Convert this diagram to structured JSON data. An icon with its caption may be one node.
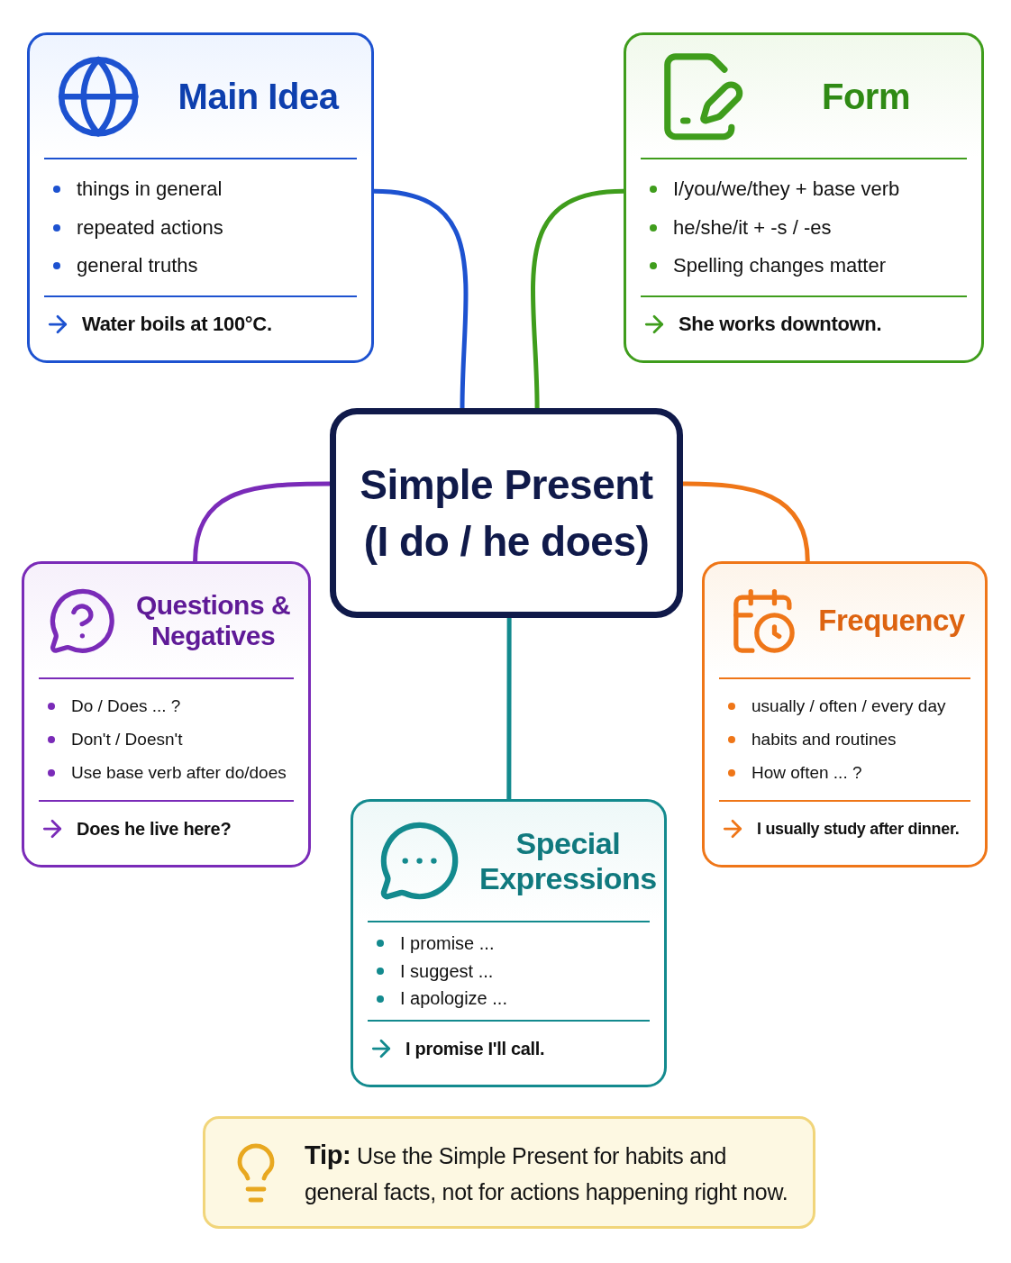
{
  "diagram": {
    "nodes": [
      {
        "text": [
          "Simple Present (I do / he does)"
        ]
      },
      {
        "text": [
          "Main Idea",
          "things in general",
          "repeated actions",
          "general truths",
          "Water boils at 100°C."
        ]
      },
      {
        "text": [
          "Form",
          "I/you/we/they + base verb",
          "he/she/it + -s / -es",
          "Spelling changes matter",
          "She works downtown."
        ]
      },
      {
        "text": [
          "Questions & Negatives",
          "Do / Does ... ?",
          "Don't / Doesn't",
          "Use base verb after do/does",
          "Does he live here?"
        ]
      },
      {
        "text": [
          "Frequency",
          "usually / often / every day",
          "habits and routines",
          "How often ... ?",
          "I usually study after dinner."
        ]
      },
      {
        "text": [
          "Special Expressions",
          "I promise ...",
          "I suggest ...",
          "I apologize ...",
          "I promise I'll call."
        ]
      },
      {
        "text": [
          "**Tip:** Use the Simple Present for habits and general facts, not for actions happening right now."
        ]
      }
    ],
    "edges": [
      {
        "from": 0,
        "to": 1,
        "arrow": "none",
        "color": "#1d52d0"
      },
      {
        "from": 0,
        "to": 2,
        "arrow": "none",
        "color": "#3f9d1c"
      },
      {
        "from": 0,
        "to": 3,
        "arrow": "none",
        "color": "#7a2bb8"
      },
      {
        "from": 0,
        "to": 4,
        "arrow": "none",
        "color": "#ef7618"
      },
      {
        "from": 0,
        "to": 5,
        "arrow": "none",
        "color": "#138a8e"
      }
    ]
  }
}
